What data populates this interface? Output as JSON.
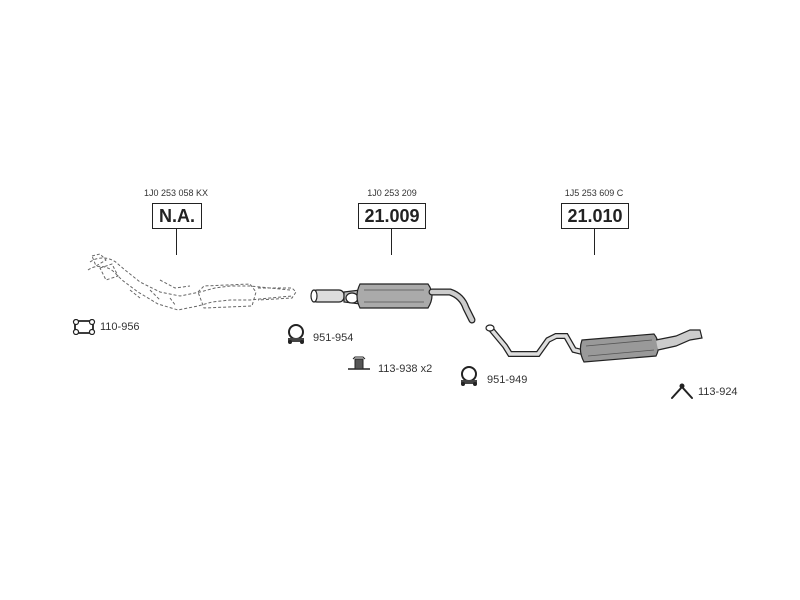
{
  "assemblies": [
    {
      "ref": "1J0 253 058 KX",
      "code": "N.A."
    },
    {
      "ref": "1J0 253 209",
      "code": "21.009"
    },
    {
      "ref": "1J5 253 609 C",
      "code": "21.010"
    }
  ],
  "hardware": [
    {
      "label": "110-956",
      "icon": "gasket-icon"
    },
    {
      "label": "951-954",
      "icon": "clamp-icon"
    },
    {
      "label": "113-938 x2",
      "icon": "mount-bracket-icon"
    },
    {
      "label": "951-949",
      "icon": "clamp-icon"
    },
    {
      "label": "113-924",
      "icon": "hanger-icon"
    }
  ]
}
